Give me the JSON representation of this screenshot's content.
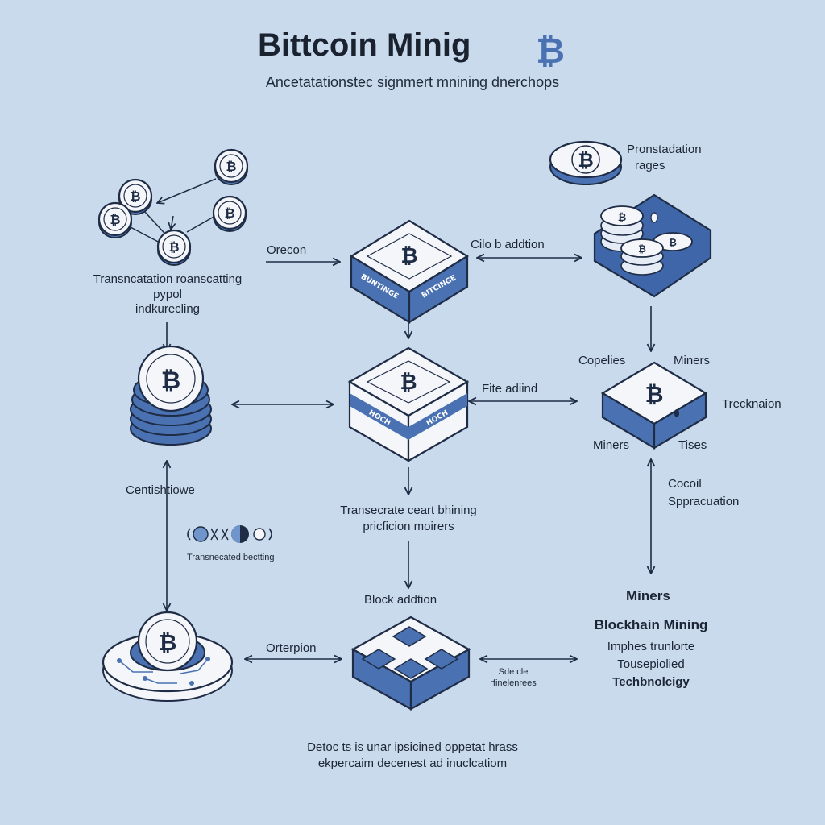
{
  "header": {
    "title": "Bittcoin Minig",
    "subtitle": "Ancetatationstec signmert mnining dnerchops"
  },
  "labels": {
    "transaction_pool": [
      "Transncatation roanscatting",
      "pypol",
      "indkurecling"
    ],
    "orecon": "Orecon",
    "cilo_addtion": "Cilo b addtion",
    "pronstadation": [
      "Pronstadation",
      "rages"
    ],
    "copelies": "Copelies",
    "miners_top": "Miners",
    "trecknaion": "Trecknaion",
    "miners_left": "Miners",
    "tises": "Tises",
    "fite_adding": "Fite adiind",
    "centishtiowe": "Centishtiowe",
    "transecrate": [
      "Transecrate ceart bhining",
      "pricficion moirers"
    ],
    "cocoil": [
      "Cocoil",
      "Sppracuation"
    ],
    "transnecated": "Transnecated bectting",
    "block_addtion": "Block addtion",
    "miners_bottom": "Miners",
    "blockhain_mining": "Blockhain Mining",
    "imphes": "Imphes trunlorte",
    "tous": "Tousepiolied",
    "technology": "Techbnolcigy",
    "orterpion": "Orterpion",
    "sde_cle": [
      "Sde cle",
      "rfinelenrees"
    ],
    "block_band_1": [
      "BUNTINGE",
      "BITCINGE"
    ],
    "block_band_2": [
      "HOCH",
      "HOCH"
    ],
    "footer": [
      "Detoc ts is unar ipsicined  oppetat hrass",
      "ekpercaim decenest ad inuclcatiom"
    ]
  },
  "icons": {
    "bitcoin_symbol": "₿",
    "icon_names": [
      "bitcoin-logo-icon",
      "coin-icon",
      "coin-stack-icon",
      "block-cube-icon",
      "arrow-icon",
      "toggle-icon",
      "node-disc-icon"
    ]
  },
  "colors": {
    "background": "#c9daec",
    "accent_blue": "#4a72b3",
    "dark_navy": "#1f2c45",
    "coin_face": "#f4f6fa"
  }
}
